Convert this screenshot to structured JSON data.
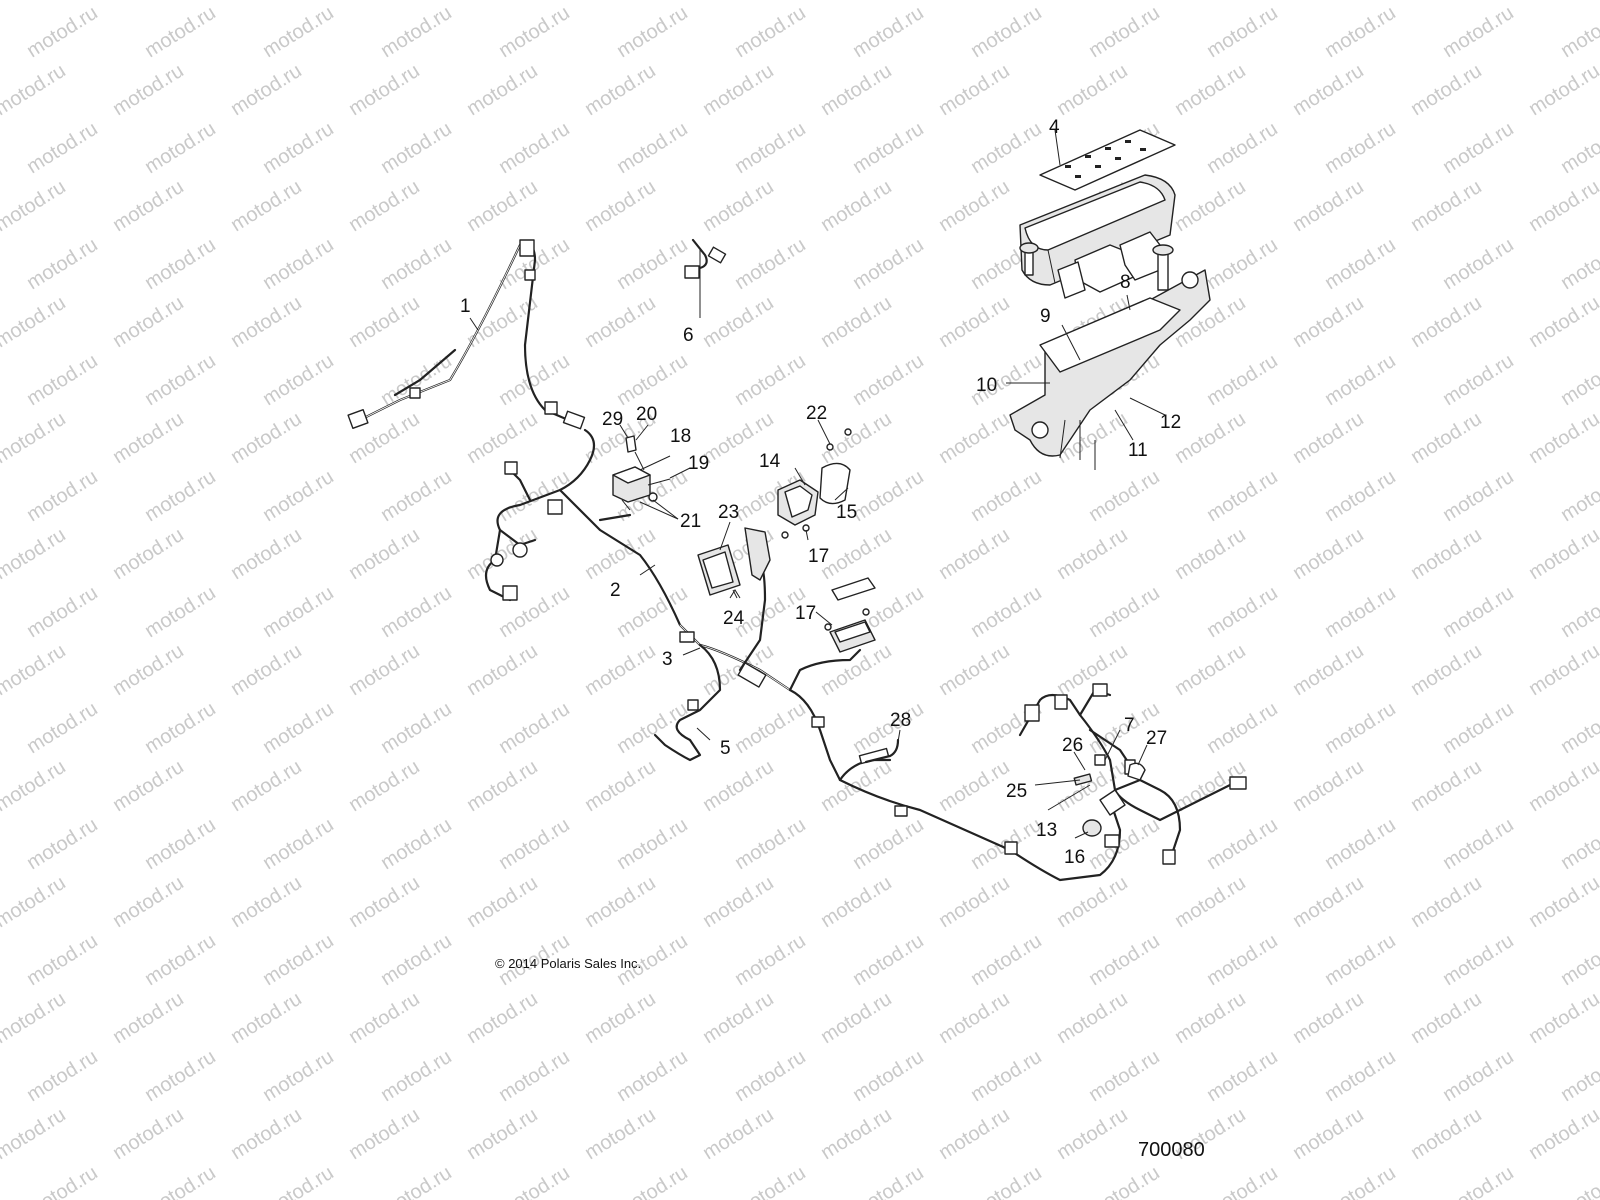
{
  "watermark": {
    "text": "motod.ru",
    "color": "#c9c9c9"
  },
  "copyright": "© 2014 Polaris Sales Inc.",
  "figure_number": "700080",
  "callouts": [
    {
      "id": "c1",
      "label": "1"
    },
    {
      "id": "c2",
      "label": "2"
    },
    {
      "id": "c3",
      "label": "3"
    },
    {
      "id": "c4",
      "label": "4"
    },
    {
      "id": "c5",
      "label": "5"
    },
    {
      "id": "c6",
      "label": "6"
    },
    {
      "id": "c7",
      "label": "7"
    },
    {
      "id": "c8",
      "label": "8"
    },
    {
      "id": "c9",
      "label": "9"
    },
    {
      "id": "c10",
      "label": "10"
    },
    {
      "id": "c11",
      "label": "11"
    },
    {
      "id": "c12",
      "label": "12"
    },
    {
      "id": "c13",
      "label": "13"
    },
    {
      "id": "c14",
      "label": "14"
    },
    {
      "id": "c15",
      "label": "15"
    },
    {
      "id": "c16",
      "label": "16"
    },
    {
      "id": "c17a",
      "label": "17"
    },
    {
      "id": "c17b",
      "label": "17"
    },
    {
      "id": "c18",
      "label": "18"
    },
    {
      "id": "c19",
      "label": "19"
    },
    {
      "id": "c20",
      "label": "20"
    },
    {
      "id": "c21",
      "label": "21"
    },
    {
      "id": "c22",
      "label": "22"
    },
    {
      "id": "c23",
      "label": "23"
    },
    {
      "id": "c24",
      "label": "24"
    },
    {
      "id": "c25",
      "label": "25"
    },
    {
      "id": "c26",
      "label": "26"
    },
    {
      "id": "c27",
      "label": "27"
    },
    {
      "id": "c28",
      "label": "28"
    },
    {
      "id": "c29",
      "label": "29"
    }
  ]
}
